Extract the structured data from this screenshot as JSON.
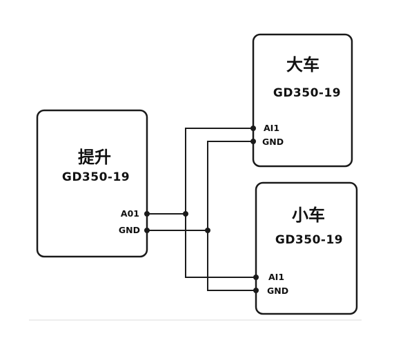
{
  "colors": {
    "background": "#ffffff",
    "stroke": "#1a1a1a",
    "divider": "#ededed"
  },
  "boxes": {
    "hoist": {
      "title": "提升",
      "model": "GD350-19",
      "ports": {
        "out": "A01",
        "gnd": "GND"
      }
    },
    "gantry": {
      "title": "大车",
      "model": "GD350-19",
      "ports": {
        "in": "AI1",
        "gnd": "GND"
      }
    },
    "trolley": {
      "title": "小车",
      "model": "GD350-19",
      "ports": {
        "in": "AI1",
        "gnd": "GND"
      }
    }
  },
  "connections": [
    {
      "from": "提升.A01",
      "to": [
        "大车.AI1",
        "小车.AI1"
      ]
    },
    {
      "from": "提升.GND",
      "to": [
        "大车.GND",
        "小车.GND"
      ]
    }
  ]
}
